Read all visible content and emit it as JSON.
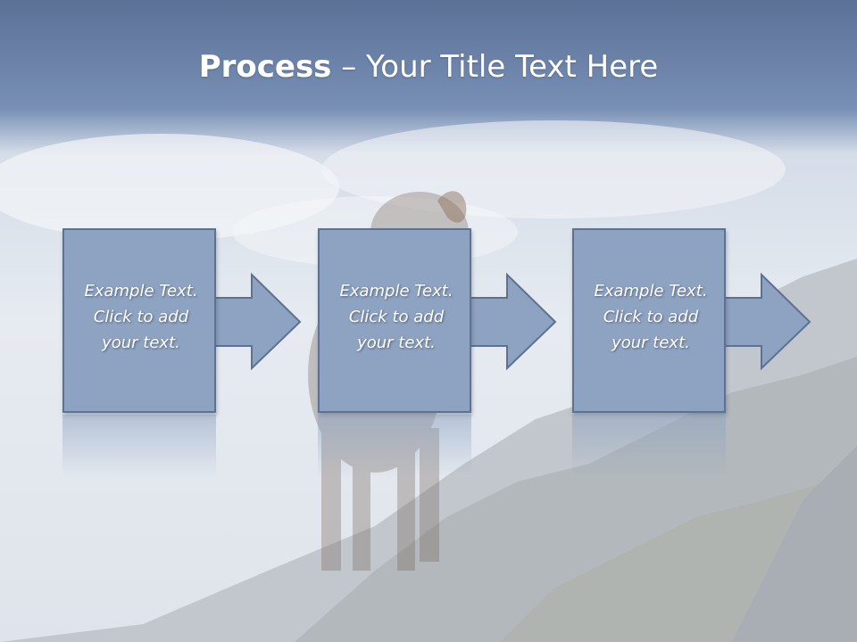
{
  "slide": {
    "title_bold": "Process",
    "title_rest": " – Your Title Text Here",
    "steps": [
      {
        "line1": "Example Text.",
        "line2": "Click  to add",
        "line3": "your text."
      },
      {
        "line1": "Example Text.",
        "line2": "Click  to add",
        "line3": "your text."
      },
      {
        "line1": "Example Text.",
        "line2": "Click  to add",
        "line3": "your text."
      }
    ]
  },
  "colors": {
    "header": "#6a85ad",
    "box_fill": "#8ea3c1",
    "box_border": "#5d7190",
    "text": "#ffffff"
  }
}
